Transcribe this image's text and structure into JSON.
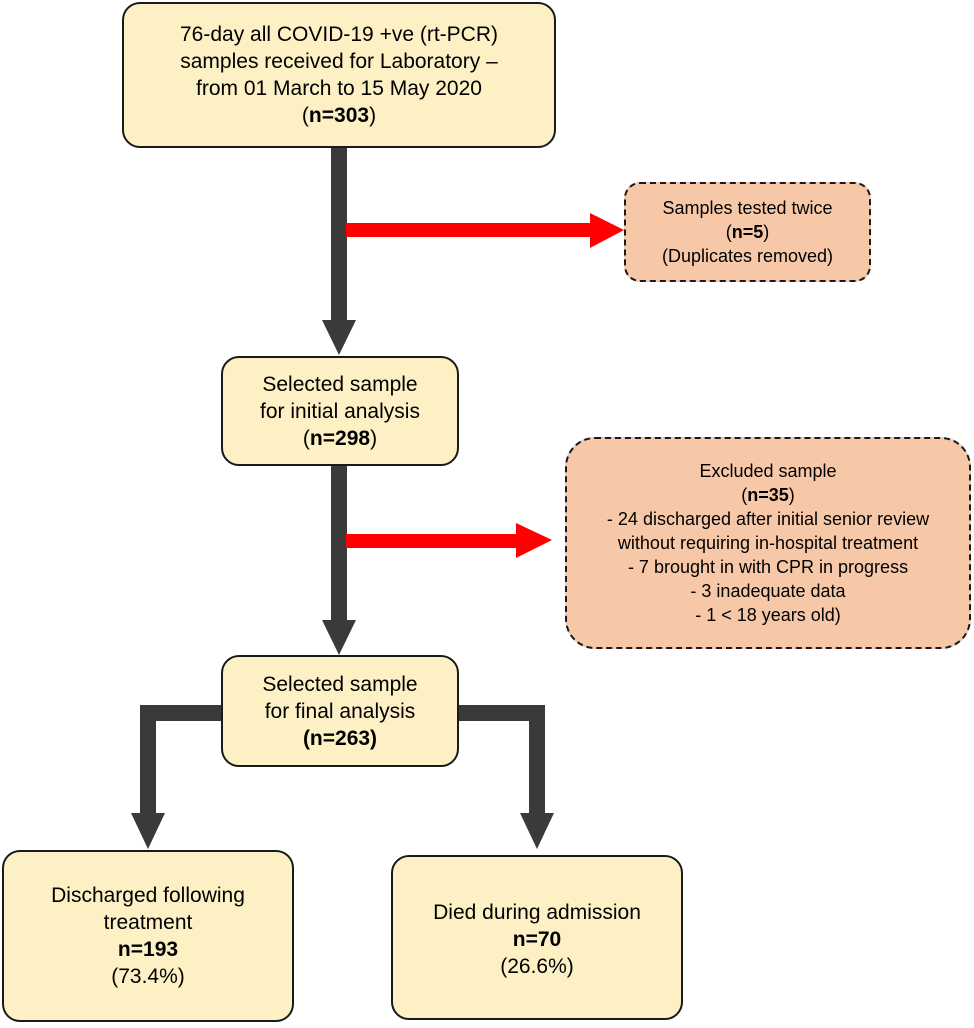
{
  "boxes": {
    "start": {
      "lines": [
        "76-day all COVID-19 +ve (rt-PCR)",
        "samples received for Laboratory –",
        "from 01 March to 15 May 2020"
      ],
      "n_prefix": "(",
      "n": "n=303",
      "n_suffix": ")"
    },
    "duplicates": {
      "title": "Samples tested twice",
      "n_prefix": "(",
      "n": "n=5",
      "n_suffix": ")",
      "note": "(Duplicates removed)"
    },
    "initial": {
      "lines": [
        "Selected sample",
        "for initial analysis"
      ],
      "n_prefix": "(",
      "n": "n=298",
      "n_suffix": ")"
    },
    "excluded": {
      "title": "Excluded sample",
      "n_prefix": "(",
      "n": "n=35",
      "n_suffix": ")",
      "items": [
        "-  24 discharged after initial senior review",
        "without requiring in-hospital treatment",
        "-    7 brought in with CPR in progress",
        "-    3 inadequate data",
        "-    1 < 18 years old)"
      ]
    },
    "final": {
      "lines": [
        "Selected sample",
        "for final analysis"
      ],
      "n": "(n=263)"
    },
    "discharged": {
      "lines": [
        "Discharged following",
        "treatment"
      ],
      "n": "n=193",
      "pct": "(73.4%)"
    },
    "died": {
      "lines": [
        "Died during admission"
      ],
      "n": "n=70",
      "pct": "(26.6%)"
    }
  },
  "colors": {
    "box_fill": "#fdf0c4",
    "excluded_fill": "#f7c8a8",
    "main_arrow": "#3a3a3a",
    "exclusion_arrow": "#ff0000"
  }
}
